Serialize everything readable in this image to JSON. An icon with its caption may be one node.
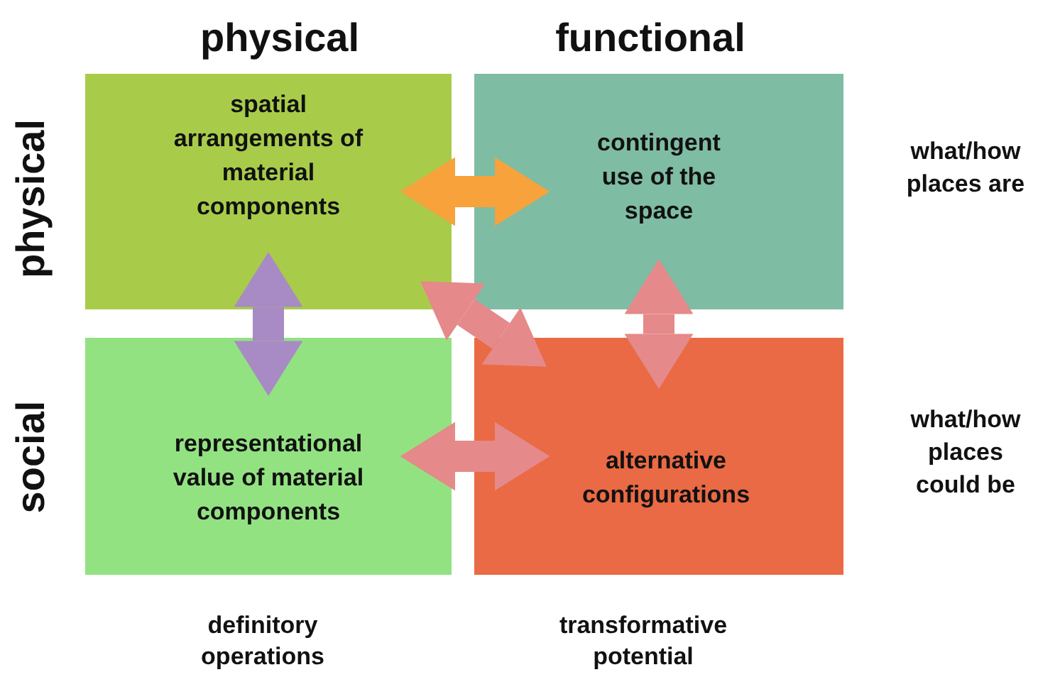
{
  "diagram": {
    "nodes": [
      {
        "text": [
          "spatial arrangements of material components"
        ]
      },
      {
        "text": [
          "contingent use of the space"
        ]
      },
      {
        "text": [
          "representational value of material components"
        ]
      },
      {
        "text": [
          "alternative configurations"
        ]
      }
    ],
    "edges": [
      {
        "from": 0,
        "to": 1,
        "arrow": "both",
        "color": "#f7a23b"
      },
      {
        "from": 0,
        "to": 2,
        "arrow": "both",
        "color": "#a88bc4"
      },
      {
        "from": 1,
        "to": 3,
        "arrow": "both"
      },
      {
        "from": 2,
        "to": 3,
        "arrow": "both"
      },
      {
        "from": 0,
        "to": 3,
        "arrow": "both"
      }
    ],
    "labels": [
      "physical",
      "functional",
      "physical",
      "what/how places are",
      "social",
      "what/how places could be",
      "definitory operations",
      "transformative potential"
    ]
  }
}
